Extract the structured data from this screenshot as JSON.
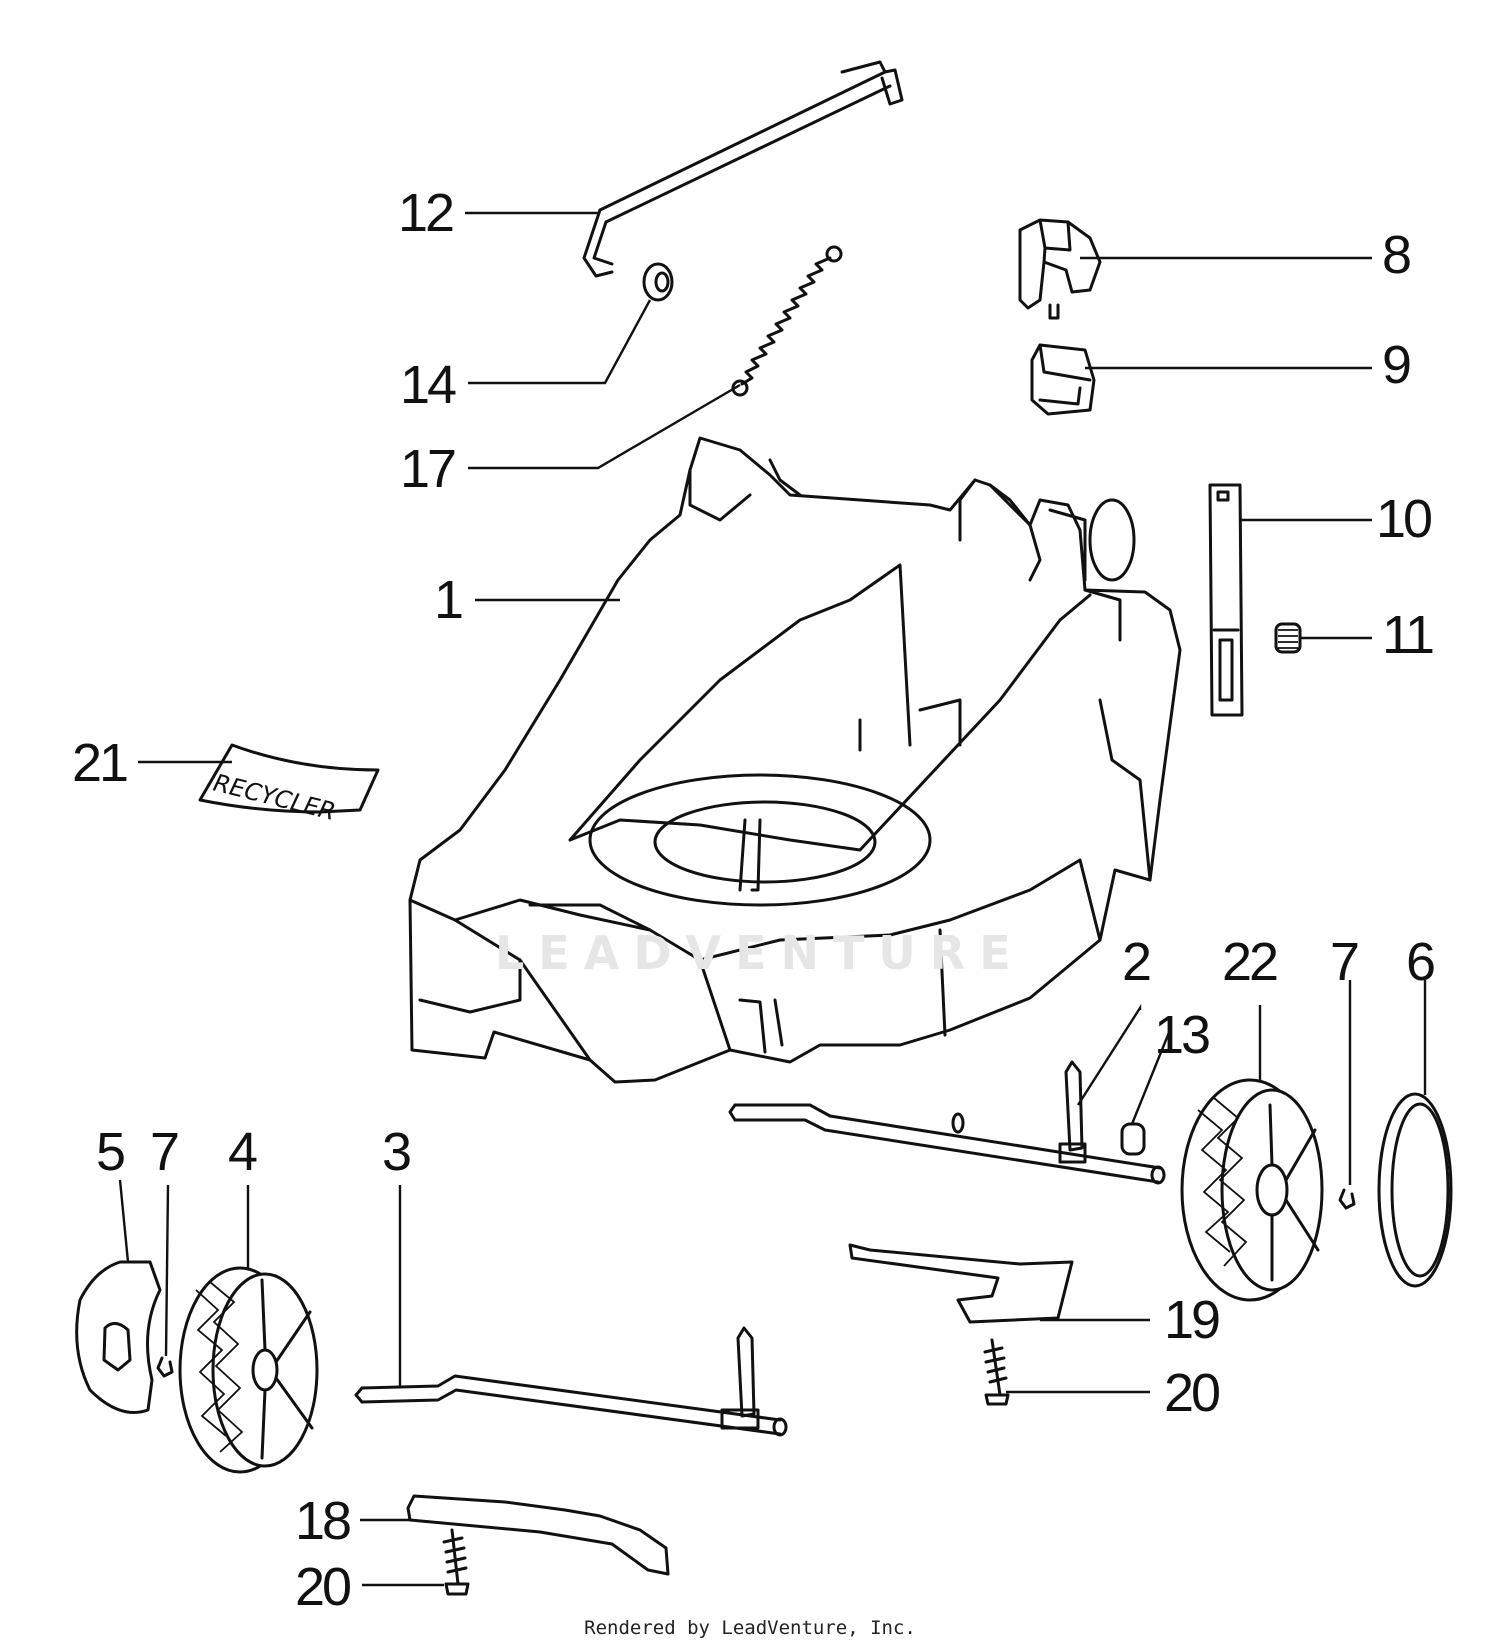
{
  "callouts": {
    "p1": "1",
    "p2": "2",
    "p3": "3",
    "p4": "4",
    "p5": "5",
    "p6": "6",
    "p7a": "7",
    "p7b": "7",
    "p8": "8",
    "p9": "9",
    "p10": "10",
    "p11": "11",
    "p12": "12",
    "p13": "13",
    "p14": "14",
    "p17": "17",
    "p18": "18",
    "p19": "19",
    "p20a": "20",
    "p20b": "20",
    "p21": "21",
    "p22": "22"
  },
  "label_text": "RECYCLER",
  "watermark": "LEADVENTURE",
  "footer": "Rendered by LeadVenture, Inc."
}
